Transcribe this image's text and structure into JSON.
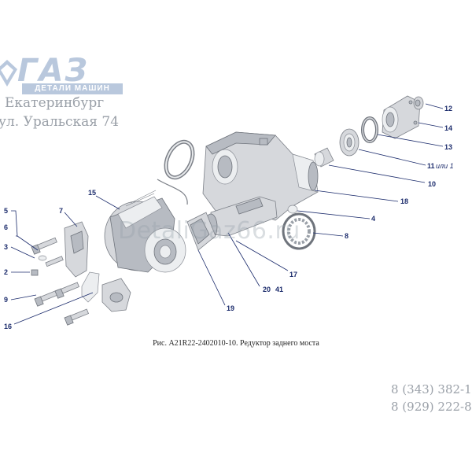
{
  "header": {
    "brand": "ГАЗ",
    "brand_sub": "ДЕТАЛИ МАШИН",
    "city": "Екатеринбург",
    "street": "ул. Уральская 74"
  },
  "watermark": "DetaliGaz66.ru",
  "caption": "Рис. А21R22-2402010-10. Редуктор заднего моста",
  "phones": [
    "8 (343) 382-1",
    "8 (929) 222-8"
  ],
  "callouts": [
    {
      "id": "12",
      "text": "12"
    },
    {
      "id": "14",
      "text": "14"
    },
    {
      "id": "13",
      "text": "13"
    },
    {
      "id": "11",
      "text": "11",
      "alt": "или 1"
    },
    {
      "id": "10",
      "text": "10"
    },
    {
      "id": "18",
      "text": "18"
    },
    {
      "id": "4",
      "text": "4"
    },
    {
      "id": "8",
      "text": "8"
    },
    {
      "id": "15",
      "text": "15"
    },
    {
      "id": "7",
      "text": "7"
    },
    {
      "id": "5",
      "text": "5"
    },
    {
      "id": "6",
      "text": "6"
    },
    {
      "id": "3",
      "text": "3"
    },
    {
      "id": "2",
      "text": "2"
    },
    {
      "id": "9",
      "text": "9"
    },
    {
      "id": "16",
      "text": "16"
    },
    {
      "id": "17",
      "text": "17"
    },
    {
      "id": "20",
      "text": "20"
    },
    {
      "id": "41",
      "text": "41"
    },
    {
      "id": "19",
      "text": "19"
    }
  ]
}
